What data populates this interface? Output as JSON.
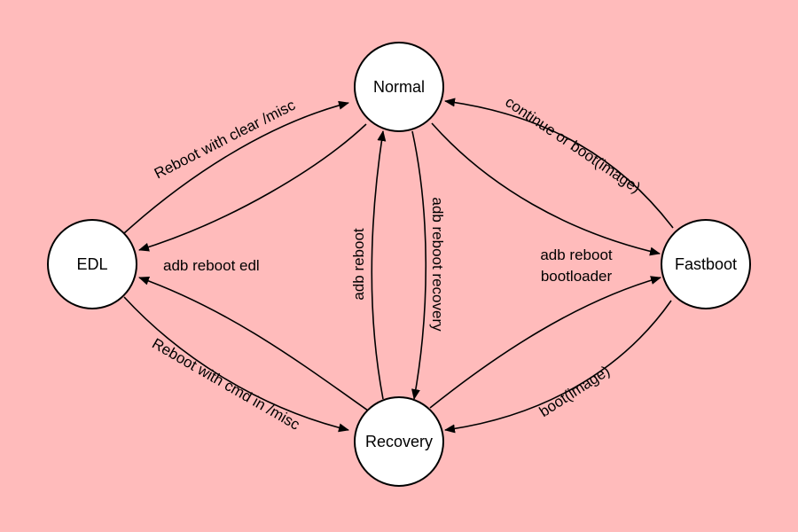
{
  "colors": {
    "background": "#ffbbbb",
    "node_fill": "#ffffff",
    "stroke": "#000000"
  },
  "nodes": {
    "normal": "Normal",
    "edl": "EDL",
    "fastboot": "Fastboot",
    "recovery": "Recovery"
  },
  "edges": {
    "edl_to_normal": "Reboot with clear /misc",
    "normal_to_edl": "adb reboot edl",
    "fastboot_to_normal": "continue or boot(image)",
    "normal_to_fastboot_line1": "adb reboot",
    "normal_to_fastboot_line2": "bootloader",
    "recovery_to_normal": "adb reboot",
    "normal_to_recovery": "adb reboot recovery",
    "edl_to_recovery": "Reboot with cmd in /misc",
    "recovery_to_edl": "",
    "recovery_to_fastboot": "",
    "fastboot_to_recovery": "boot(image)"
  }
}
